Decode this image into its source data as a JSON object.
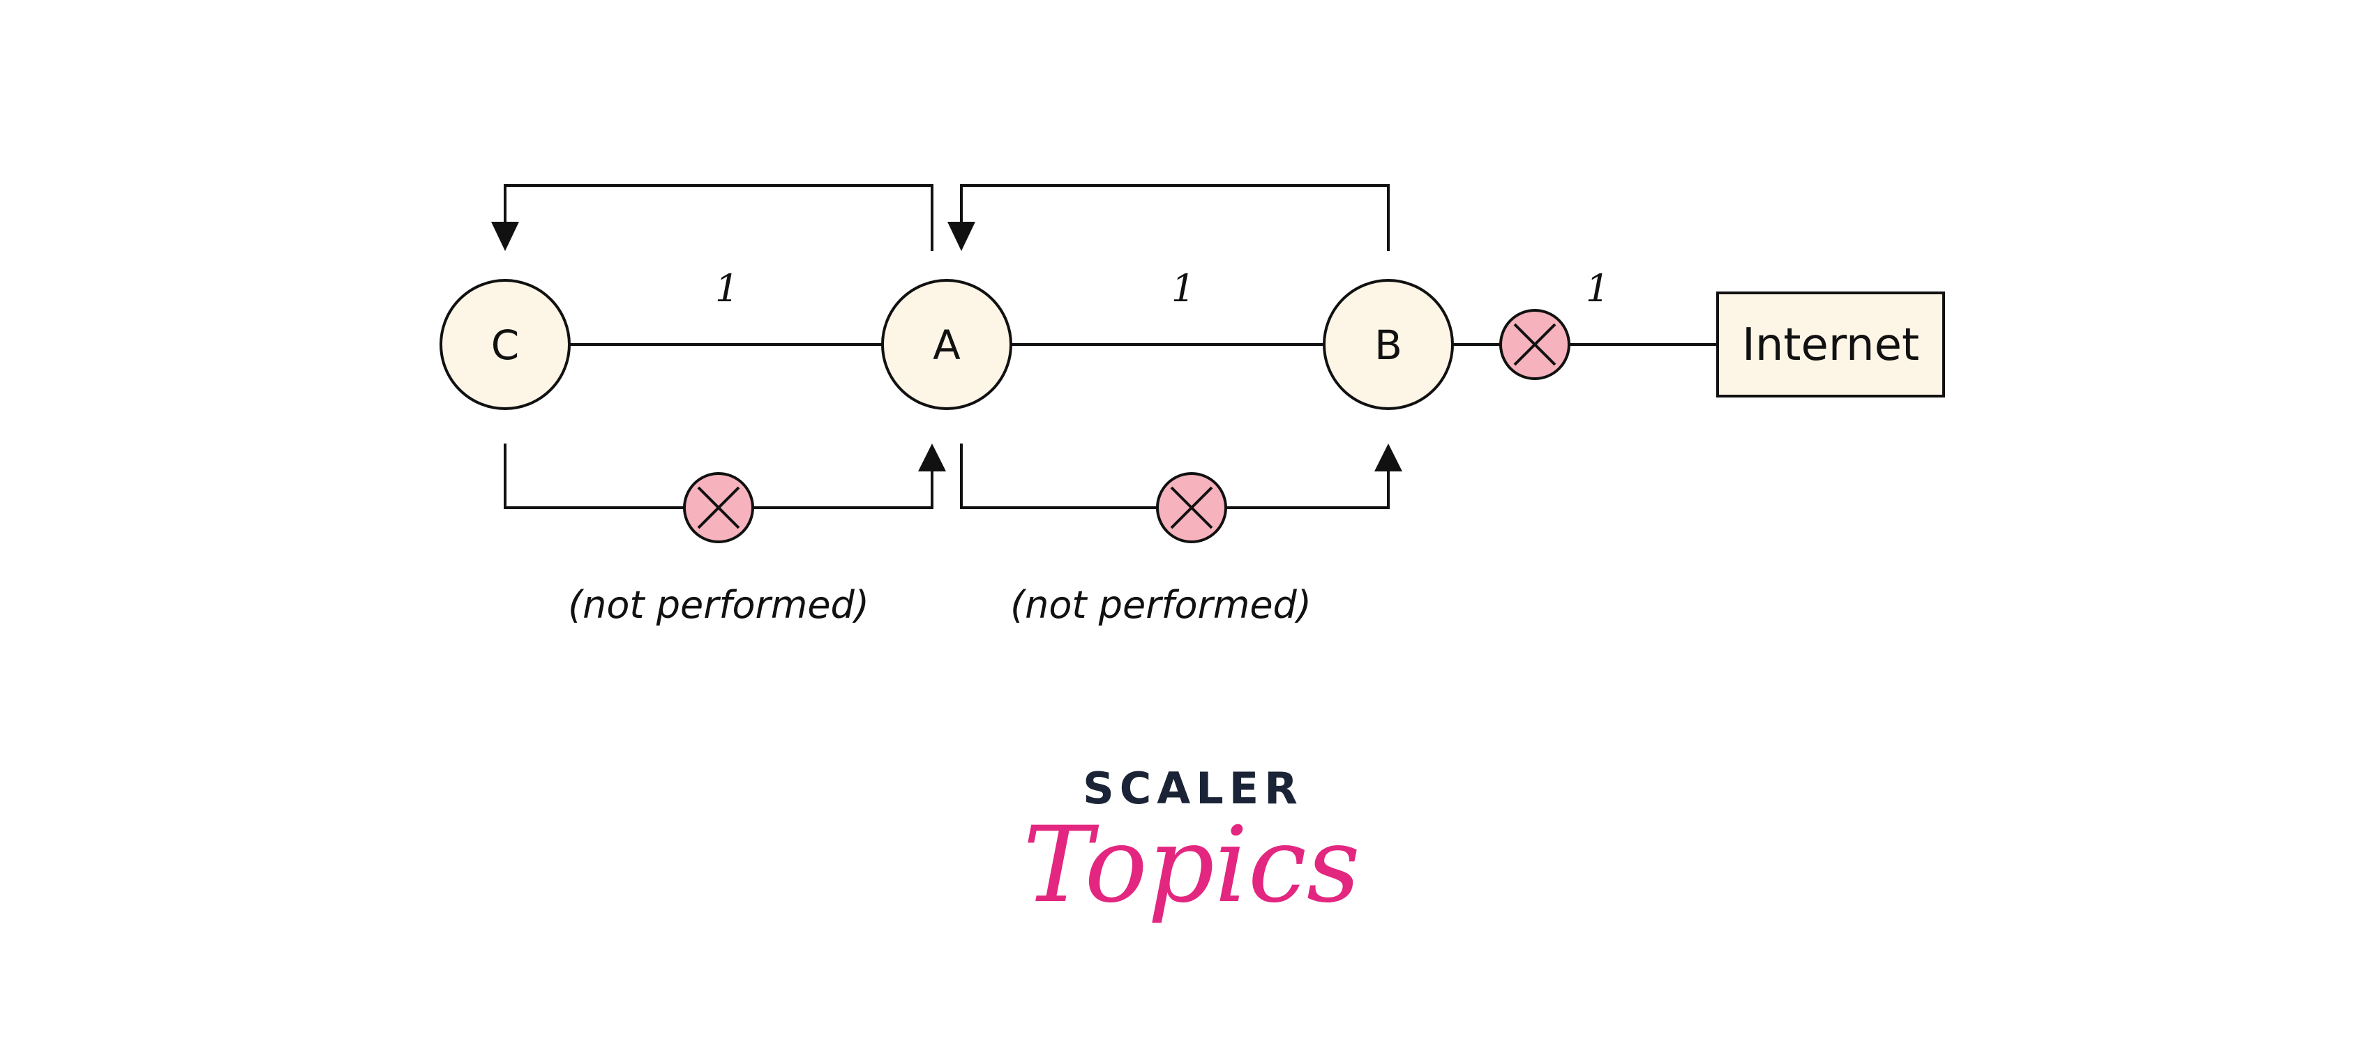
{
  "nodes": {
    "c": "C",
    "a": "A",
    "b": "B",
    "internet": "Internet"
  },
  "costs": {
    "ca": "1",
    "ab": "1",
    "b_internet": "1"
  },
  "notes": {
    "c_to_a": "(not performed)",
    "a_to_b": "(not performed)"
  },
  "brand": {
    "top": "SCALER",
    "bottom": "Topics"
  },
  "colors": {
    "node_fill": "#fdf6e6",
    "blocked_fill": "#f6b3bd",
    "line": "#111111",
    "brand_dark": "#1b2437",
    "brand_pink": "#e3267f"
  },
  "icons": {
    "blocked": "x-circle-icon"
  }
}
